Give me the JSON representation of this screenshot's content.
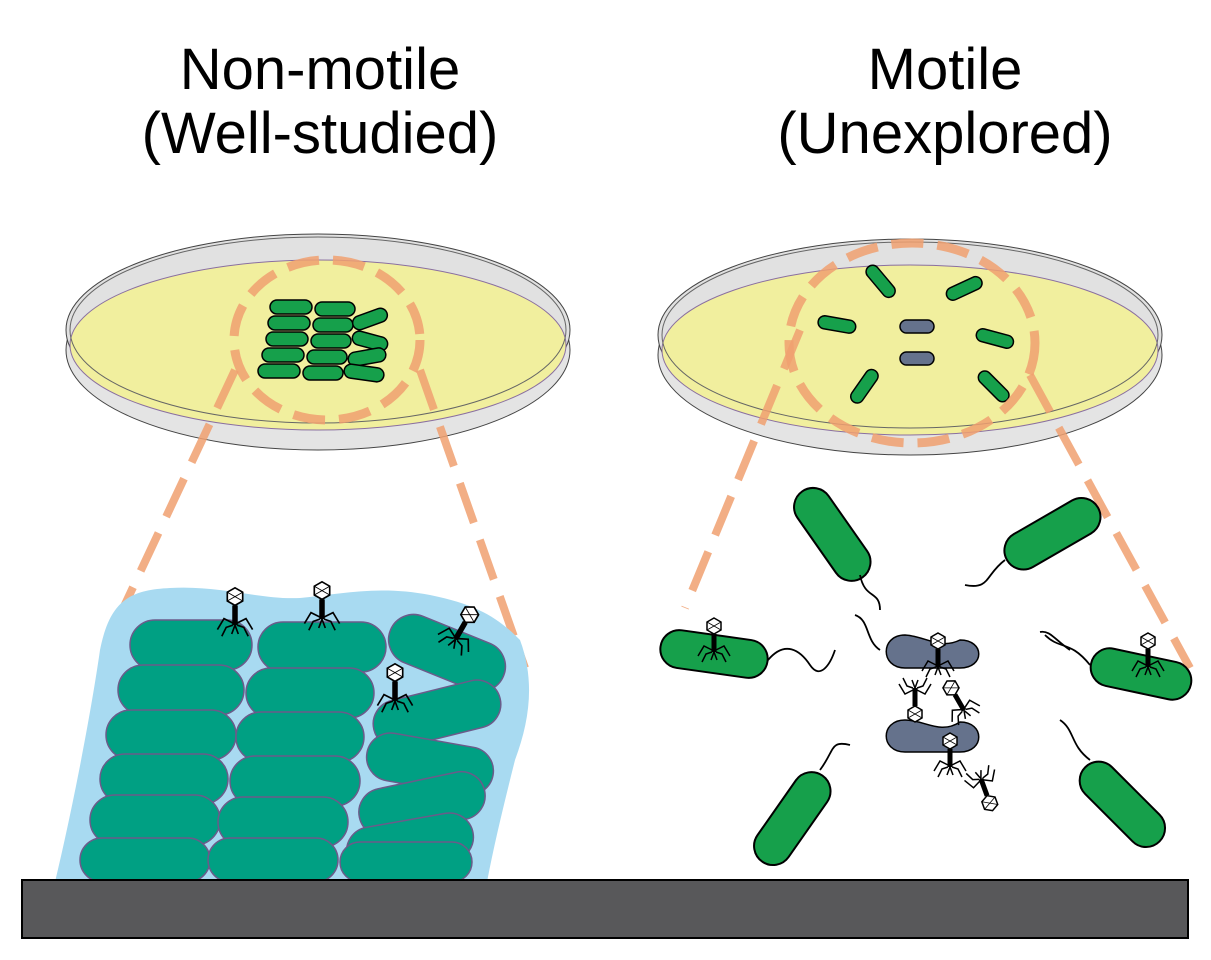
{
  "panels": {
    "left": {
      "title_line1": "Non-motile",
      "title_line2": "(Well-studied)"
    },
    "right": {
      "title_line1": "Motile",
      "title_line2": "(Unexplored)"
    }
  },
  "colors": {
    "agar": "#f3f0a6",
    "dish_rim": "#e1e1e1",
    "zoom_dash": "#f0a070",
    "biofilm": "#a8daf1",
    "biofilm_cell": "#00a083",
    "motile_cell": "#16a04b",
    "lysed_cell": "#65728c",
    "surface": "#58585a"
  },
  "icons": [
    "petri-dish",
    "bacterium",
    "bacteriophage",
    "zoom-circle",
    "surface-bar"
  ]
}
